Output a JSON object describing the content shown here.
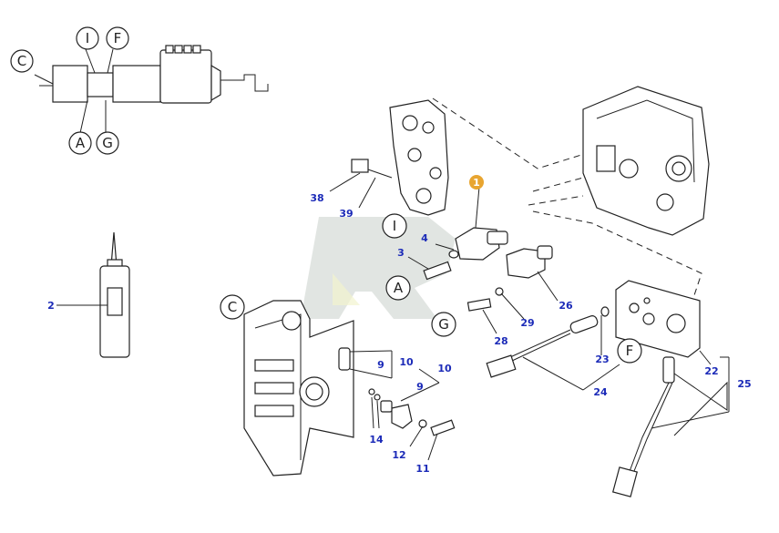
{
  "letters": {
    "C": "C",
    "I": "I",
    "F": "F",
    "A": "A",
    "G": "G"
  },
  "callouts": {
    "p1": "1",
    "p2": "2",
    "p3": "3",
    "p4": "4",
    "p9a": "9",
    "p9b": "9",
    "p10a": "10",
    "p10b": "10",
    "p11": "11",
    "p12": "12",
    "p14": "14",
    "p22": "22",
    "p23": "23",
    "p24": "24",
    "p25": "25",
    "p26": "26",
    "p28": "28",
    "p29": "29",
    "p38": "38",
    "p39": "39"
  },
  "colors": {
    "callout_text": "#1c2bb8",
    "highlight_marker": "#e8a530",
    "ink": "#222222"
  }
}
